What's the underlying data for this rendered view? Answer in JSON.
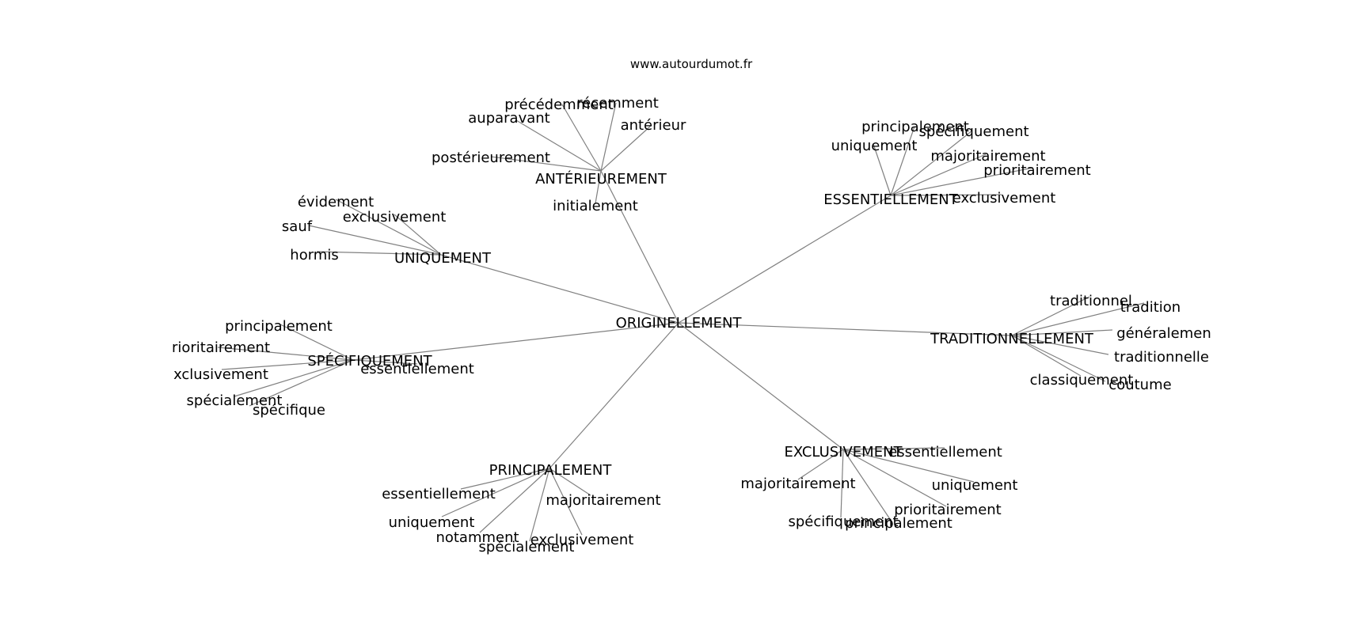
{
  "source_label": "www.autourdumot.fr",
  "colors": {
    "edge": "#808080",
    "text": "#000000",
    "background": "#ffffff"
  },
  "graph": {
    "center": "ORIGINELLEMENT",
    "hubs": [
      {
        "id": "anterieurement",
        "label": "ANTÉRIEUREMENT",
        "leaves": [
          "précédemment",
          "récemment",
          "auparavant",
          "antérieur",
          "postérieurement",
          "initialement"
        ]
      },
      {
        "id": "essentiellement",
        "label": "ESSENTIELLEMENT",
        "leaves": [
          "principalement",
          "spécifiquement",
          "uniquement",
          "majoritairement",
          "prioritairement",
          "exclusivement"
        ]
      },
      {
        "id": "uniquement",
        "label": "UNIQUEMENT",
        "leaves": [
          "évidement",
          "exclusivement",
          "sauf",
          "hormis"
        ]
      },
      {
        "id": "traditionnellement",
        "label": "TRADITIONNELLEMENT",
        "leaves": [
          "traditionnel",
          "tradition",
          "généralemen",
          "traditionnelle",
          "classiquement",
          "coutume"
        ]
      },
      {
        "id": "specifiquement",
        "label": "SPÉCIFIQUEMENT",
        "leaves": [
          "principalement",
          "rioritairement",
          "xclusivement",
          "essentiellement",
          "spécialement",
          "spécifique"
        ]
      },
      {
        "id": "exclusivement",
        "label": "EXCLUSIVEMENT",
        "leaves": [
          "essentiellement",
          "majoritairement",
          "uniquement",
          "prioritairement",
          "spécifiquement",
          "principalement"
        ]
      },
      {
        "id": "principalement",
        "label": "PRINCIPALEMENT",
        "leaves": [
          "essentiellement",
          "majoritairement",
          "uniquement",
          "notamment",
          "exclusivement",
          "spécialement"
        ]
      }
    ]
  }
}
